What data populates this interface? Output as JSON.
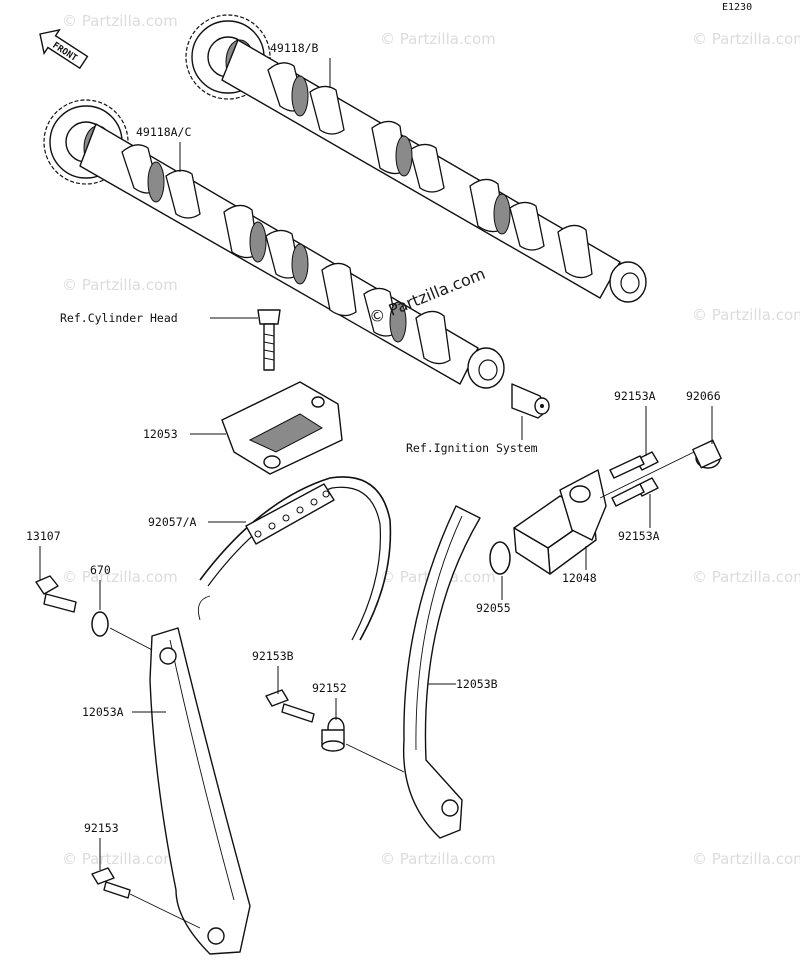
{
  "diagram": {
    "code": "E1230",
    "front_label": "FRONT",
    "watermark": "© Partzilla.com",
    "labels": {
      "camshaft_exhaust": "49118/B",
      "camshaft_intake": "49118A/C",
      "ref_cylinder_head": "Ref.Cylinder Head",
      "ref_ignition": "Ref.Ignition System",
      "guide_upper": "12053",
      "chain": "92057/A",
      "bolt_13107": "13107",
      "oring_670": "670",
      "guide_12053a": "12053A",
      "bolt_92153": "92153",
      "bolt_92153b": "92153B",
      "collar_92152": "92152",
      "guide_12053b": "12053B",
      "oring_92055": "92055",
      "tensioner_12048": "12048",
      "bolt_92153a_top": "92153A",
      "bolt_92153a_bottom": "92153A",
      "plug_92066": "92066"
    }
  }
}
